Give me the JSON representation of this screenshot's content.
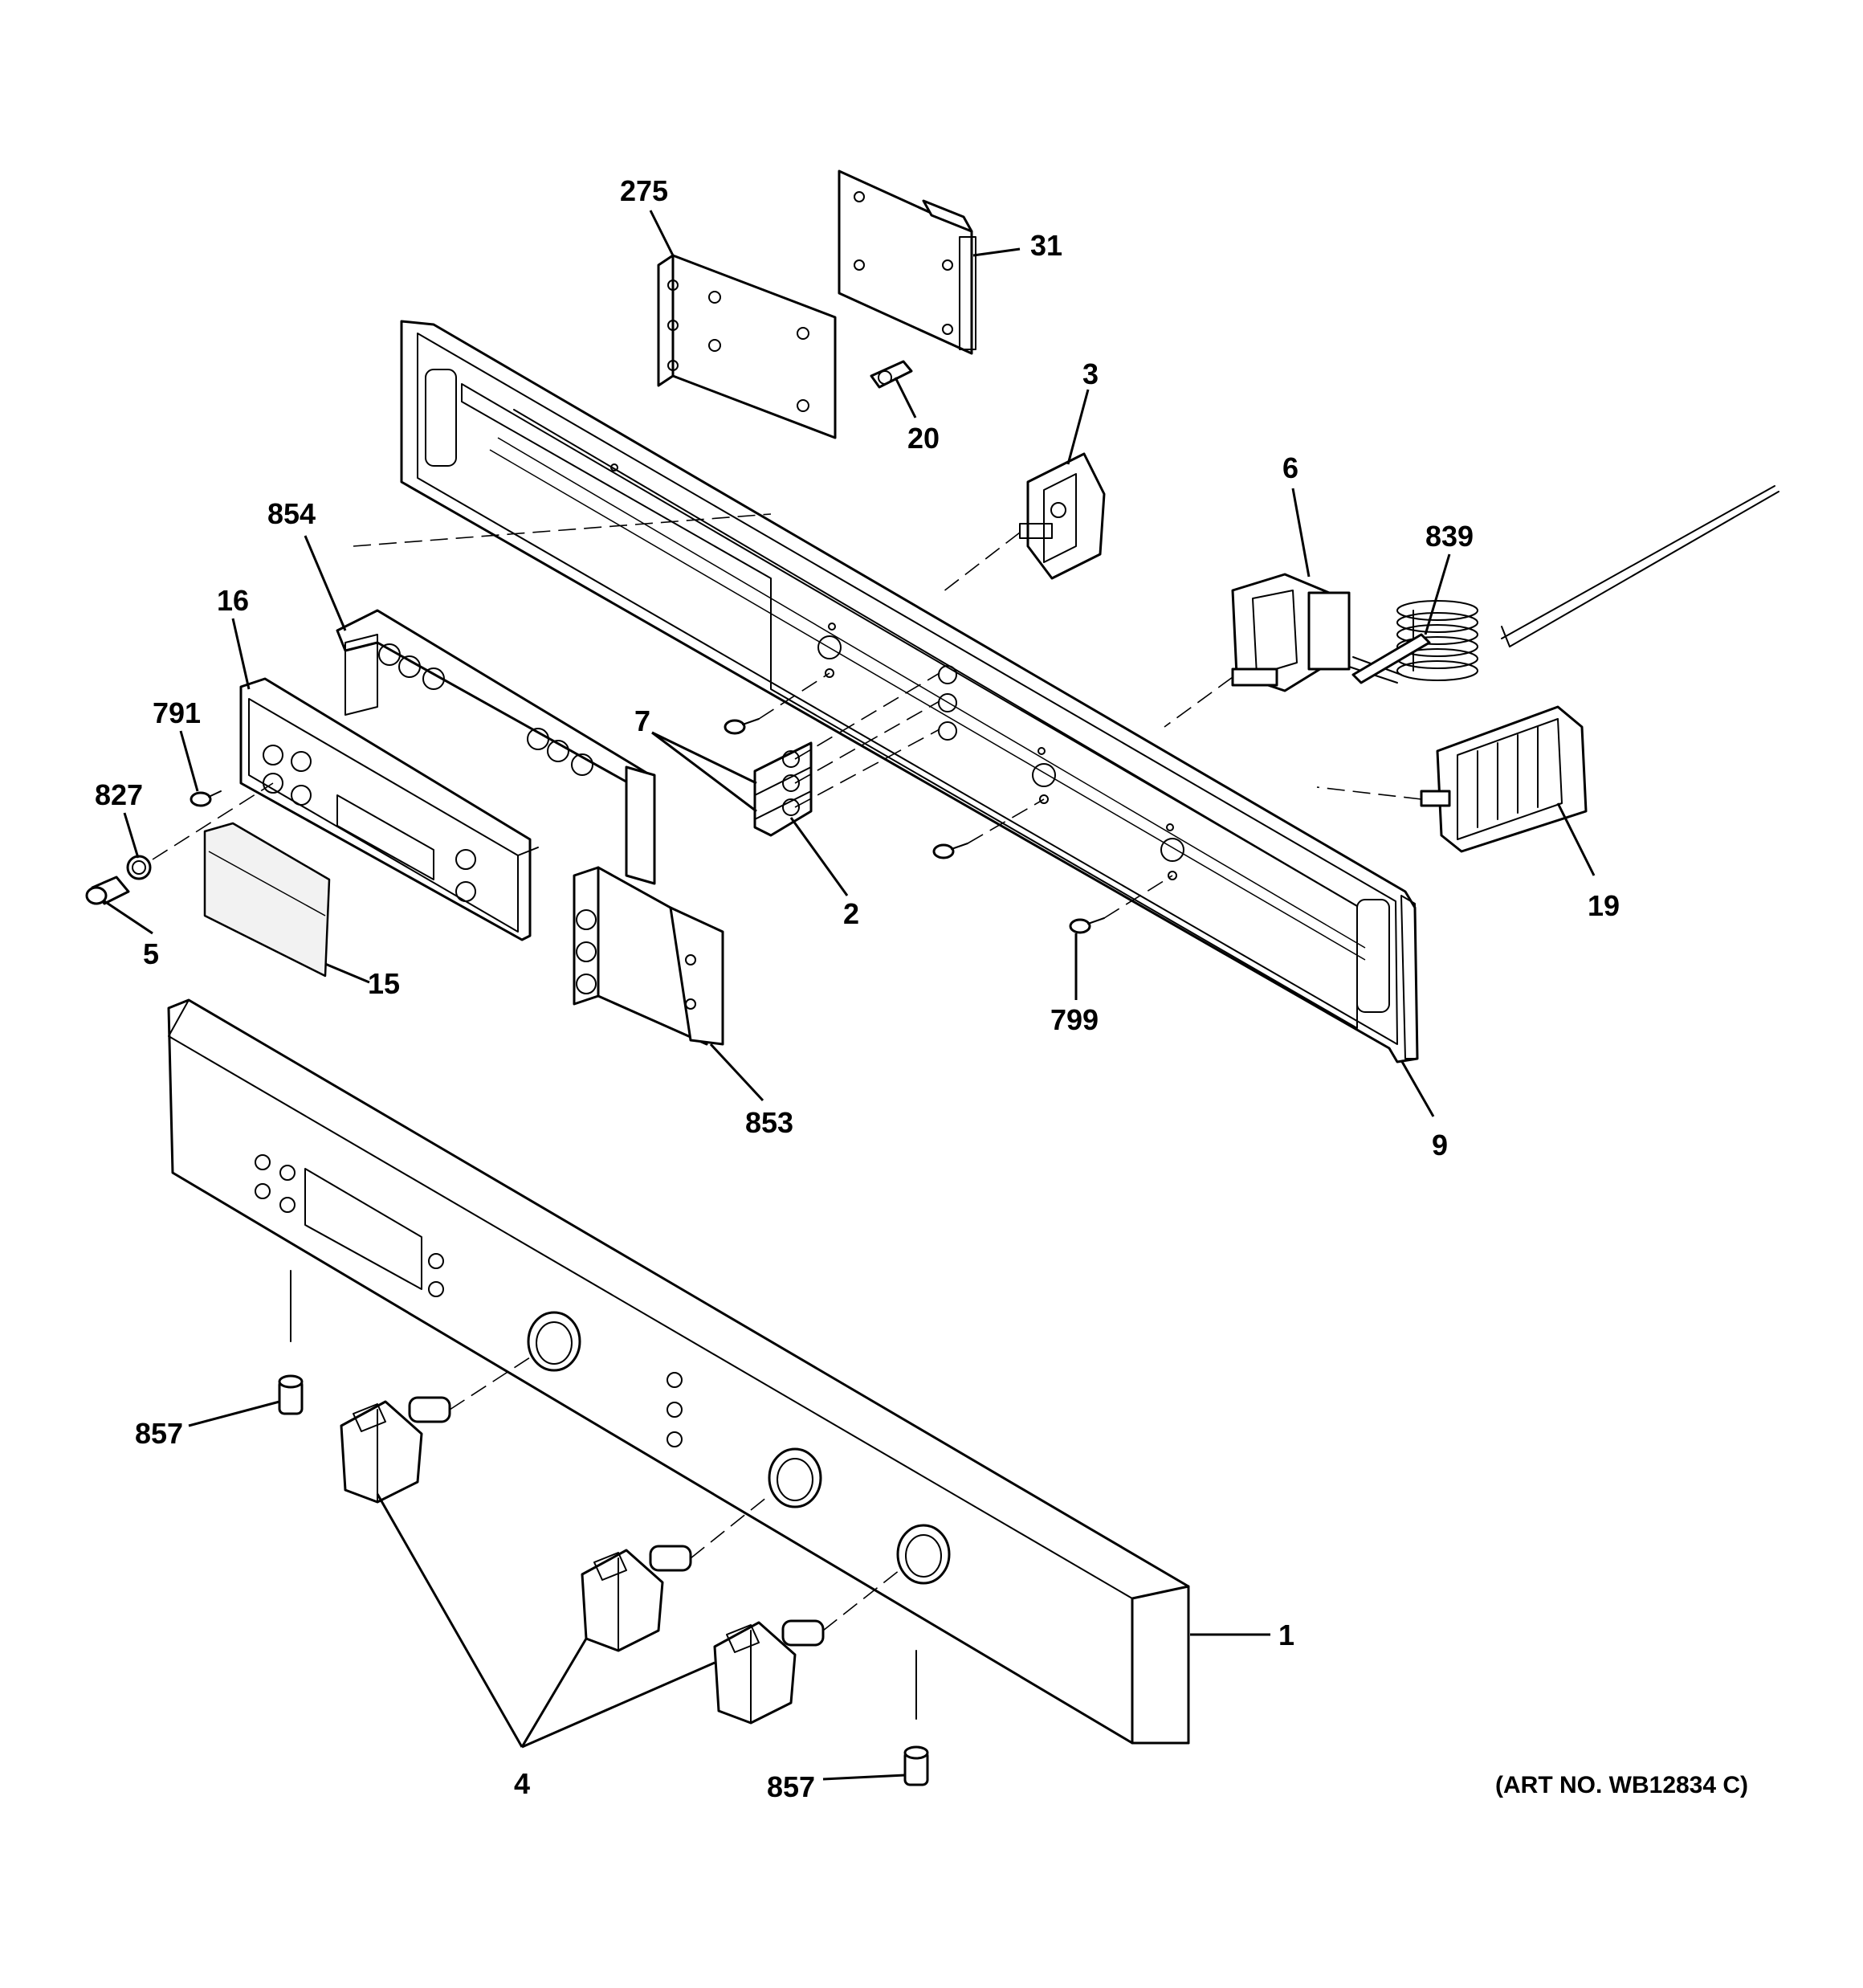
{
  "parts": [
    {
      "id": "p1",
      "label": "1"
    },
    {
      "id": "p2",
      "label": "2"
    },
    {
      "id": "p3",
      "label": "3"
    },
    {
      "id": "p4",
      "label": "4"
    },
    {
      "id": "p5",
      "label": "5"
    },
    {
      "id": "p6",
      "label": "6"
    },
    {
      "id": "p7",
      "label": "7"
    },
    {
      "id": "p9",
      "label": "9"
    },
    {
      "id": "p15",
      "label": "15"
    },
    {
      "id": "p16",
      "label": "16"
    },
    {
      "id": "p19",
      "label": "19"
    },
    {
      "id": "p20",
      "label": "20"
    },
    {
      "id": "p31",
      "label": "31"
    },
    {
      "id": "p275",
      "label": "275"
    },
    {
      "id": "p791",
      "label": "791"
    },
    {
      "id": "p799",
      "label": "799"
    },
    {
      "id": "p827",
      "label": "827"
    },
    {
      "id": "p839",
      "label": "839"
    },
    {
      "id": "p853",
      "label": "853"
    },
    {
      "id": "p854",
      "label": "854"
    },
    {
      "id": "p857a",
      "label": "857"
    },
    {
      "id": "p857b",
      "label": "857"
    }
  ],
  "art_number": "(ART NO. WB12834 C)"
}
